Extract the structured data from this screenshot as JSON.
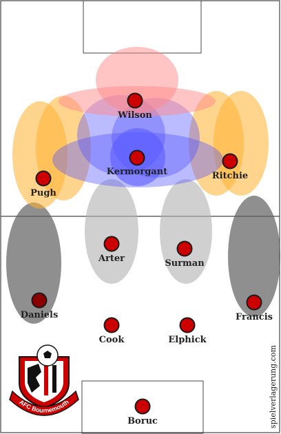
{
  "players": [
    {
      "id": "wilson",
      "name": "Wilson"
    },
    {
      "id": "kermorgant",
      "name": "Kermorgant"
    },
    {
      "id": "pugh",
      "name": "Pugh"
    },
    {
      "id": "ritchie",
      "name": "Ritchie"
    },
    {
      "id": "arter",
      "name": "Arter"
    },
    {
      "id": "surman",
      "name": "Surman"
    },
    {
      "id": "daniels",
      "name": "Daniels"
    },
    {
      "id": "francis",
      "name": "Francis"
    },
    {
      "id": "cook",
      "name": "Cook"
    },
    {
      "id": "elphick",
      "name": "Elphick"
    },
    {
      "id": "boruc",
      "name": "Boruc"
    }
  ],
  "watermark": "spielverlagerung.com",
  "crest": {
    "text": "AFC Bournemouth"
  },
  "colors": {
    "player_fill": "#cc0000",
    "zone_red": "#ff8a8a",
    "zone_blue": "#5555ff",
    "zone_orange": "#ffb030",
    "zone_lightgray": "#b0b0b0",
    "zone_darkgray": "#606060"
  }
}
